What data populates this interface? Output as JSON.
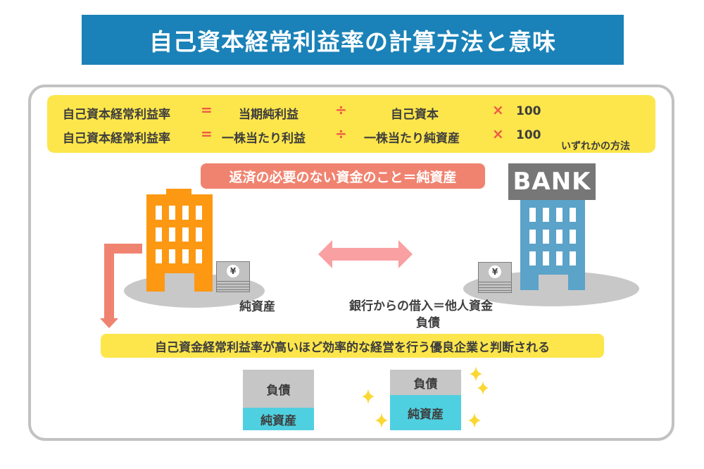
{
  "title": "自己資本経常利益率の計算方法と意味",
  "formulas": {
    "rows": [
      {
        "lhs": "自己資本経常利益率",
        "eq": "=",
        "numerator": "当期純利益",
        "div": "÷",
        "denominator": "自己資本",
        "mul": "×",
        "factor": "100"
      },
      {
        "lhs": "自己資本経常利益率",
        "eq": "=",
        "numerator": "一株当たり利益",
        "div": "÷",
        "denominator": "一株当たり純資産",
        "mul": "×",
        "factor": "100"
      }
    ],
    "note": "いずれかの方法"
  },
  "definition_pill": "返済の必要のない資金のこと＝純資産",
  "company": {
    "money_label": "純資産",
    "yen_symbol": "¥"
  },
  "bank": {
    "sign": "BANK",
    "yen_symbol": "¥",
    "loan_label": "銀行からの借入＝他人資金",
    "liability_label": "負債"
  },
  "conclusion": "自己資金経常利益率が高いほど効率的な経営を行う優良企業と判断される",
  "balance_sheets": [
    {
      "liability": "負債",
      "equity": "純資産"
    },
    {
      "liability": "負債",
      "equity": "純資産"
    }
  ],
  "colors": {
    "title_bg": "#1a82b8",
    "highlight_yellow": "#fde64b",
    "operator_red": "#ef5a47",
    "pill_salmon": "#f08370",
    "company_orange": "#fd9812",
    "bank_blue": "#5ba3c9",
    "equity_cyan": "#4fd0e0",
    "sparkle_yellow": "#fbd733"
  }
}
